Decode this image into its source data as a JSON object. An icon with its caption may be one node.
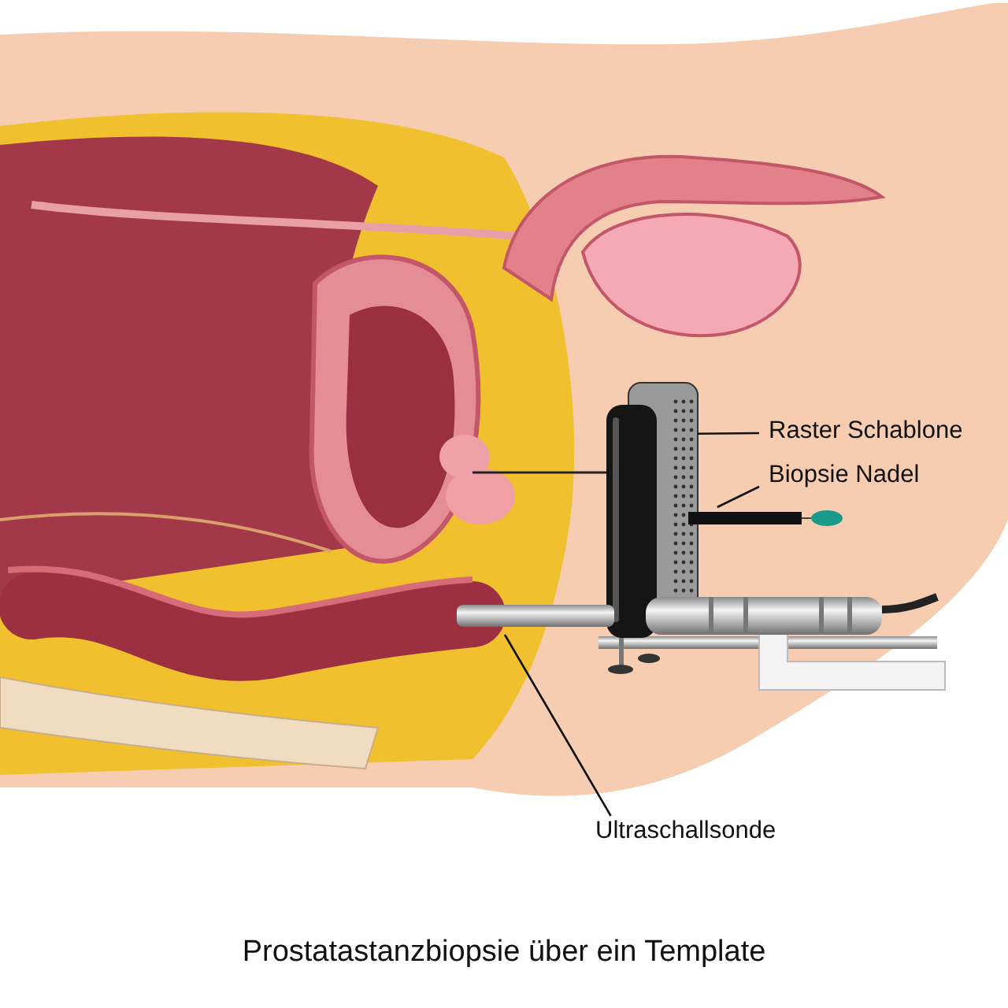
{
  "diagram": {
    "caption": "Prostatastanzbiopsie über ein Template",
    "nodes": [
      {
        "text": [],
        "shape": "box"
      },
      {
        "text": [
          "Raster Schablone"
        ]
      },
      {
        "text": [],
        "shape": "bar"
      },
      {
        "text": [
          "Biopsie Nadel"
        ]
      },
      {
        "text": [],
        "shape": "cylinder"
      },
      {
        "text": [
          "Ultraschallsonde"
        ]
      }
    ],
    "edges": [
      {
        "from": 1,
        "to": 0,
        "arrow": "none"
      },
      {
        "from": 3,
        "to": 2,
        "arrow": "none"
      },
      {
        "from": 5,
        "to": 4,
        "arrow": "none"
      }
    ]
  }
}
